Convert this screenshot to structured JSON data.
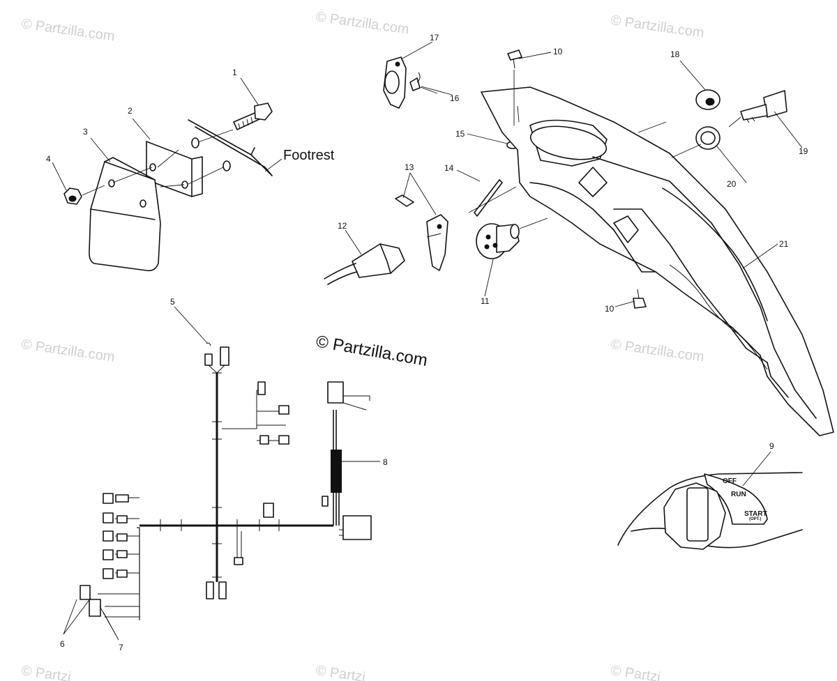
{
  "watermarks": {
    "text": "© Partzilla.com",
    "bottom_text": "© Partzi"
  },
  "labels": {
    "footrest": "Footrest"
  },
  "callouts": {
    "c1": "1",
    "c2": "2",
    "c3": "3",
    "c4": "4",
    "c5": "5",
    "c6": "6",
    "c7": "7",
    "c8": "8",
    "c9": "9",
    "c10a": "10",
    "c10b": "10",
    "c11": "11",
    "c12": "12",
    "c13": "13",
    "c14": "14",
    "c15": "15",
    "c16": "16",
    "c17": "17",
    "c18": "18",
    "c19": "19",
    "c20": "20",
    "c21": "21"
  },
  "switch_positions": {
    "off": "OFF",
    "run": "RUN",
    "start": "START",
    "opt": "(OPT.)"
  }
}
